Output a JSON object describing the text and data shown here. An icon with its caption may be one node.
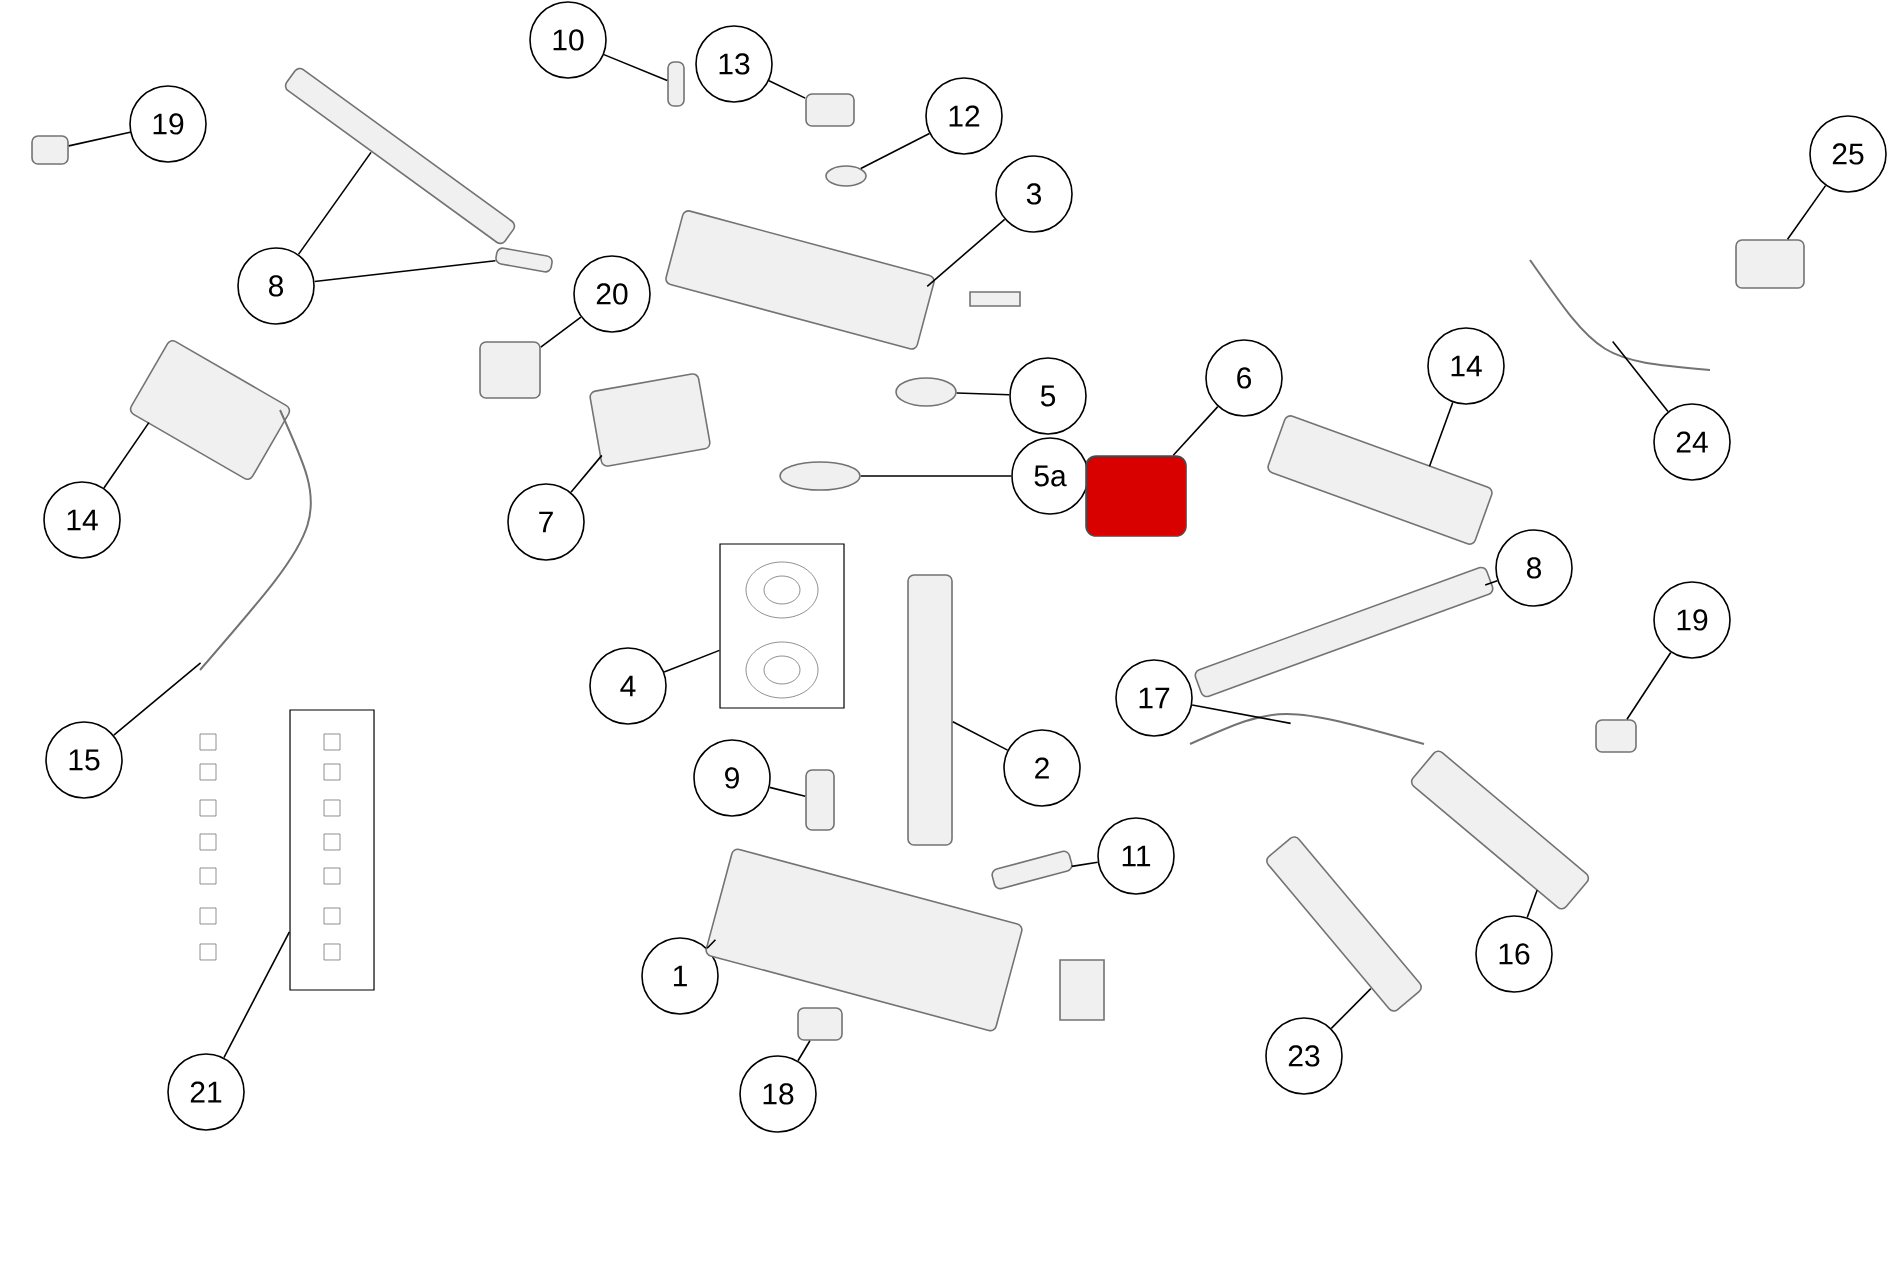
{
  "diagram": {
    "nodes": [
      {
        "text": [
          "19"
        ]
      },
      {
        "text": [],
        "shape": "box"
      },
      {
        "text": [
          "8"
        ]
      },
      {
        "text": [],
        "shape": "box"
      },
      {
        "text": [],
        "shape": "box"
      },
      {
        "text": [
          "10"
        ]
      },
      {
        "text": [],
        "shape": "box"
      },
      {
        "text": [
          "13"
        ]
      },
      {
        "text": [],
        "shape": "box"
      },
      {
        "text": [
          "12"
        ]
      },
      {
        "text": [],
        "shape": "circle"
      },
      {
        "text": [
          "3"
        ]
      },
      {
        "text": [],
        "shape": "box"
      },
      {
        "text": [
          "20"
        ]
      },
      {
        "text": [],
        "shape": "box"
      },
      {
        "text": [
          "5"
        ]
      },
      {
        "text": [],
        "shape": "circle"
      },
      {
        "text": [
          "5a"
        ]
      },
      {
        "text": [],
        "shape": "circle"
      },
      {
        "text": [
          "7"
        ]
      },
      {
        "text": [],
        "shape": "box"
      },
      {
        "text": [
          "6"
        ]
      },
      {
        "text": [],
        "shape": "box"
      },
      {
        "text": [
          "14"
        ]
      },
      {
        "text": [],
        "shape": "box"
      },
      {
        "text": [
          "25"
        ]
      },
      {
        "text": [],
        "shape": "box"
      },
      {
        "text": [
          "24"
        ]
      },
      {
        "text": [],
        "shape": "picture"
      },
      {
        "text": [
          "14"
        ]
      },
      {
        "text": [],
        "shape": "box"
      },
      {
        "text": [
          "15"
        ]
      },
      {
        "text": [],
        "shape": "picture"
      },
      {
        "text": [
          "4"
        ]
      },
      {
        "text": [],
        "shape": "box"
      },
      {
        "text": [
          "8"
        ]
      },
      {
        "text": [],
        "shape": "box"
      },
      {
        "text": [
          "19"
        ]
      },
      {
        "text": [],
        "shape": "box"
      },
      {
        "text": [
          "17"
        ]
      },
      {
        "text": [],
        "shape": "picture"
      },
      {
        "text": [
          "2"
        ]
      },
      {
        "text": [],
        "shape": "box"
      },
      {
        "text": [
          "9"
        ]
      },
      {
        "text": [],
        "shape": "box"
      },
      {
        "text": [
          "11"
        ]
      },
      {
        "text": [],
        "shape": "box"
      },
      {
        "text": [
          "16"
        ]
      },
      {
        "text": [],
        "shape": "box"
      },
      {
        "text": [
          "1"
        ]
      },
      {
        "text": [],
        "shape": "box"
      },
      {
        "text": [
          "18"
        ]
      },
      {
        "text": [],
        "shape": "box"
      },
      {
        "text": [
          "23"
        ]
      },
      {
        "text": [],
        "shape": "box"
      },
      {
        "text": [
          "21"
        ]
      },
      {
        "text": [],
        "shape": "box"
      }
    ],
    "edges": [
      {
        "from": 0,
        "to": 1,
        "arrow": "none"
      },
      {
        "from": 2,
        "to": 3,
        "arrow": "none"
      },
      {
        "from": 2,
        "to": 4,
        "arrow": "none"
      },
      {
        "from": 5,
        "to": 6,
        "arrow": "none"
      },
      {
        "from": 7,
        "to": 8,
        "arrow": "none"
      },
      {
        "from": 9,
        "to": 10,
        "arrow": "none"
      },
      {
        "from": 11,
        "to": 12,
        "arrow": "none"
      },
      {
        "from": 13,
        "to": 14,
        "arrow": "none"
      },
      {
        "from": 15,
        "to": 16,
        "arrow": "none"
      },
      {
        "from": 17,
        "to": 18,
        "arrow": "none"
      },
      {
        "from": 19,
        "to": 20,
        "arrow": "none"
      },
      {
        "from": 21,
        "to": 22,
        "arrow": "none"
      },
      {
        "from": 23,
        "to": 24,
        "arrow": "none"
      },
      {
        "from": 25,
        "to": 26,
        "arrow": "none"
      },
      {
        "from": 27,
        "to": 28,
        "arrow": "none"
      },
      {
        "from": 29,
        "to": 30,
        "arrow": "none"
      },
      {
        "from": 31,
        "to": 32,
        "arrow": "none"
      },
      {
        "from": 33,
        "to": 34,
        "arrow": "none"
      },
      {
        "from": 35,
        "to": 36,
        "arrow": "none"
      },
      {
        "from": 37,
        "to": 38,
        "arrow": "none"
      },
      {
        "from": 39,
        "to": 40,
        "arrow": "none"
      },
      {
        "from": 41,
        "to": 42,
        "arrow": "none"
      },
      {
        "from": 43,
        "to": 44,
        "arrow": "none"
      },
      {
        "from": 45,
        "to": 46,
        "arrow": "none"
      },
      {
        "from": 47,
        "to": 48,
        "arrow": "none"
      },
      {
        "from": 49,
        "to": 50,
        "arrow": "none"
      },
      {
        "from": 51,
        "to": 52,
        "arrow": "none"
      },
      {
        "from": 53,
        "to": 54,
        "arrow": "none"
      },
      {
        "from": 55,
        "to": 56,
        "arrow": "none"
      }
    ]
  }
}
